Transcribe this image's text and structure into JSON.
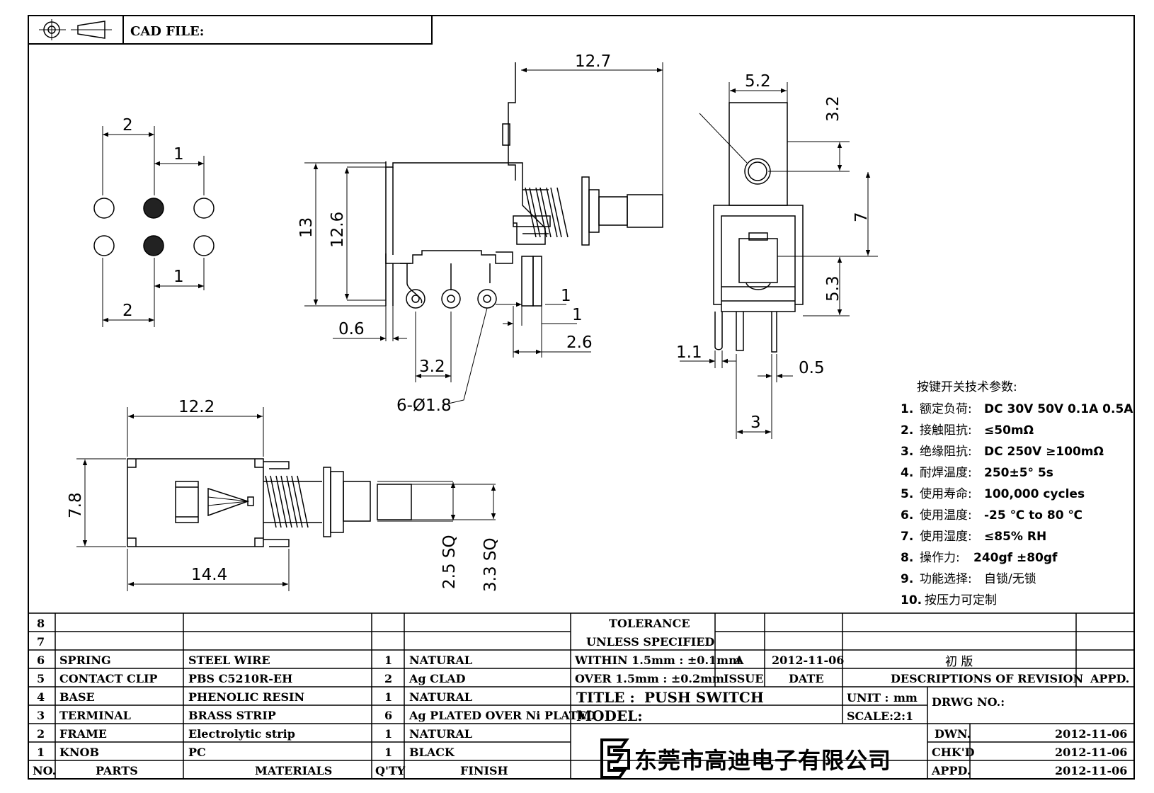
{
  "header": {
    "cad_file": "CAD FILE:"
  },
  "dims": {
    "top_view": {
      "d2_top": "2",
      "d1_top": "1",
      "d1_bot": "1",
      "d2_bot": "2"
    },
    "side_view": {
      "w127": "12.7",
      "h13": "13",
      "h126": "12.6",
      "d06": "0.6",
      "d32": "3.2",
      "d1a": "1",
      "d1b": "1",
      "d26": "2.6",
      "holes": "6-Ø1.8"
    },
    "front_view": {
      "w52": "5.2",
      "h32": "3.2",
      "h7": "7",
      "h53": "5.3",
      "d11": "1.1",
      "d05": "0.5",
      "d3": "3"
    },
    "bottom_view": {
      "w122": "12.2",
      "h78": "7.8",
      "w144": "14.4",
      "sq25": "2.5 SQ",
      "sq33": "3.3 SQ"
    }
  },
  "specs": {
    "title": "按键开关技术参数:",
    "items": [
      {
        "n": "1.",
        "label": "额定负荷:",
        "value": "DC 30V 50V    0.1A  0.5A"
      },
      {
        "n": "2.",
        "label": "接触阻抗:",
        "value": "≤50mΩ"
      },
      {
        "n": "3.",
        "label": "绝缘阻抗:",
        "value": "DC 250V  ≥100mΩ"
      },
      {
        "n": "4.",
        "label": "耐焊温度:",
        "value": "250±5°    5s"
      },
      {
        "n": "5.",
        "label": "使用寿命:",
        "value": "100,000 cycles"
      },
      {
        "n": "6.",
        "label": "使用温度:",
        "value": "-25  ℃  to 80  ℃"
      },
      {
        "n": "7.",
        "label": "使用湿度:",
        "value": "≤85% RH"
      },
      {
        "n": "8.",
        "label": "操作力:",
        "value": "240gf  ±80gf"
      },
      {
        "n": "9.",
        "label": "功能选择:",
        "value": "自锁/无锁"
      },
      {
        "n": "10.",
        "label": "按压力可定制",
        "value": ""
      }
    ]
  },
  "bom": {
    "headers": {
      "no": "NO.",
      "parts": "PARTS",
      "materials": "MATERIALS",
      "qty": "Q'TY",
      "finish": "FINISH"
    },
    "rows": [
      {
        "no": "8",
        "parts": "",
        "materials": "",
        "qty": "",
        "finish": ""
      },
      {
        "no": "7",
        "parts": "",
        "materials": "",
        "qty": "",
        "finish": ""
      },
      {
        "no": "6",
        "parts": "SPRING",
        "materials": "STEEL WIRE",
        "qty": "1",
        "finish": "NATURAL"
      },
      {
        "no": "5",
        "parts": "CONTACT CLIP",
        "materials": "PBS C5210R-EH",
        "qty": "2",
        "finish": "Ag CLAD"
      },
      {
        "no": "4",
        "parts": "BASE",
        "materials": "PHENOLIC RESIN",
        "qty": "1",
        "finish": "NATURAL"
      },
      {
        "no": "3",
        "parts": "TERMINAL",
        "materials": "BRASS STRIP",
        "qty": "6",
        "finish": "Ag PLATED OVER Ni PLATED"
      },
      {
        "no": "2",
        "parts": "FRAME",
        "materials": "Electrolytic strip",
        "qty": "1",
        "finish": "NATURAL"
      },
      {
        "no": "1",
        "parts": "KNOB",
        "materials": "PC",
        "qty": "1",
        "finish": "BLACK"
      }
    ]
  },
  "tolerance": {
    "line1": "TOLERANCE",
    "line2": "UNLESS  SPECIFIED",
    "within": "WITHIN 1.5mm : ±0.1mm",
    "over": "OVER 1.5mm : ±0.2mm"
  },
  "revision": {
    "issue": "A",
    "date": "2012-11-06",
    "desc": "初 版",
    "h_issue": "ISSUE",
    "h_date": "DATE",
    "h_desc": "DESCRIPTIONS OF REVISION",
    "h_appd": "APPD."
  },
  "title_block": {
    "title_label": "TITLE :",
    "title_value": "PUSH SWITCH",
    "unit_label": "UNIT :",
    "unit_value": "mm",
    "scale_label": "SCALE:",
    "scale_value": "2:1",
    "model_label": "MODEL:",
    "drwg_label": "DRWG NO.:",
    "company": "东莞市高迪电子有限公司",
    "dwn_label": "DWN.",
    "dwn_date": "2012-11-06",
    "chkd_label": "CHK'D",
    "chkd_date": "2012-11-06",
    "appd_label": "APPD.",
    "appd_date": "2012-11-06"
  }
}
